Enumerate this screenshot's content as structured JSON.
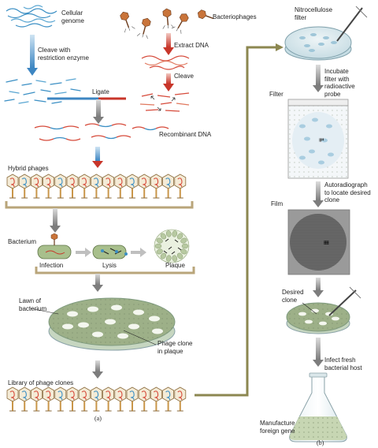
{
  "labels": {
    "cellular_genome": "Cellular\ngenome",
    "bacteriophages": "Bacteriophages",
    "cleave_restriction": "Cleave with\nrestriction enzyme",
    "extract_dna": "Extract DNA",
    "cleave": "Cleave",
    "ligate": "Ligate",
    "recombinant_dna": "Recombinant DNA",
    "hybrid_phages": "Hybrid phages",
    "bacterium": "Bacterium",
    "infection": "Infection",
    "lysis": "Lysis",
    "plaque": "Plaque",
    "lawn_of_bacterium": "Lawn of\nbacterium",
    "phage_clone_in_plaque": "Phage clone\nin plaque",
    "library_of_phage_clones": "Library of phage clones",
    "panel_a": "(a)",
    "nitrocellulose_filter": "Nitrocellulose\nfilter",
    "incubate_filter": "Incubate\nfilter with\nradioactive\nprobe",
    "filter": "Filter",
    "autoradiograph": "Autoradiograph\nto locate desired\nclone",
    "film": "Film",
    "desired_clone": "Desired\nclone",
    "infect_fresh_host": "Infect fresh\nbacterial host",
    "manufacture_foreign_gene": "Manufacture\nforeign gene",
    "panel_b": "(b)"
  },
  "colors": {
    "dna_red": "#d64a3a",
    "dna_blue": "#3b8fc4",
    "arrow_blue": "#4a90c8",
    "arrow_red": "#c8362a",
    "arrow_gray": "#8a8a8a",
    "bracket_tan": "#b9a57a",
    "connector_olive": "#8c8750",
    "lawn_green": "#9db088",
    "dish_blue": "#cfe3ea",
    "film_gray": "#6a6a6a"
  }
}
